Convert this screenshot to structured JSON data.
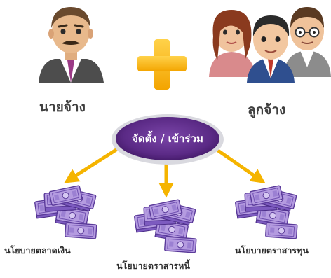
{
  "top": {
    "employer_label": "นายจ้าง",
    "employees_label": "ลูกจ้าง"
  },
  "hub": {
    "label": "จัดตั้ง / เข้าร่วม"
  },
  "policies": [
    {
      "label": "นโยบายตลาดเงิน"
    },
    {
      "label": "นโยบายตราสารหนี้"
    },
    {
      "label": "นโยบายตราสารทุน"
    }
  ],
  "colors": {
    "hub_fill": "#5b2a86",
    "arrow": "#f5b400",
    "plus": "#f7b500",
    "money": "#8a63c9"
  },
  "icons": {
    "employer": "businessman-icon",
    "employees": "employees-group-icon",
    "plus": "plus-icon",
    "money": "money-stack-icon"
  }
}
